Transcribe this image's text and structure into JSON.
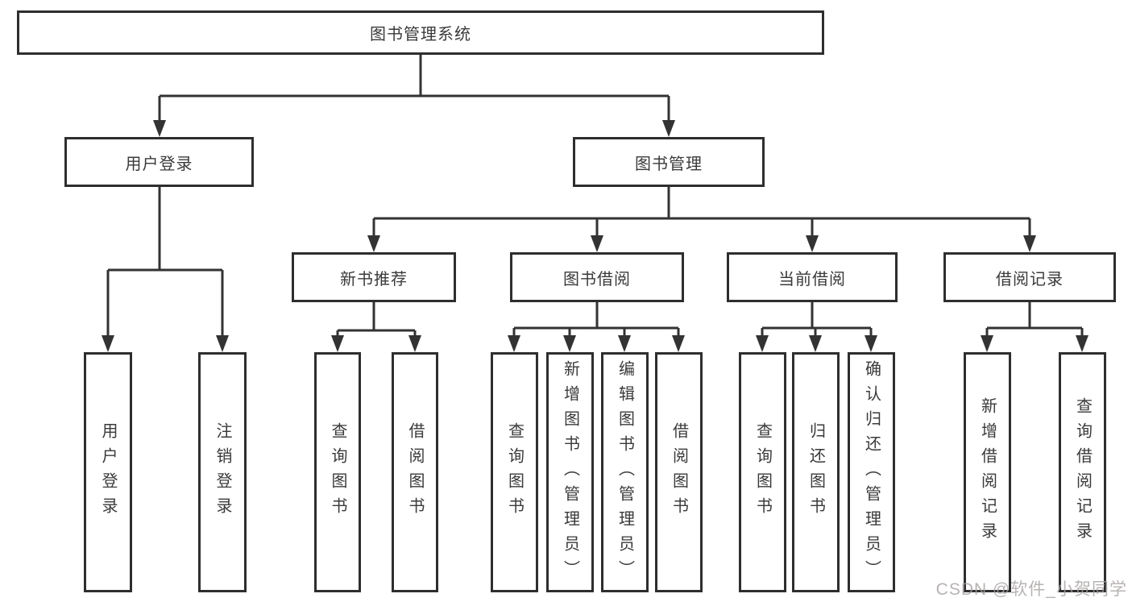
{
  "tree": {
    "label": "图书管理系统",
    "children": [
      {
        "label": "用户登录",
        "children": [
          {
            "label": "用户登录"
          },
          {
            "label": "注销登录"
          }
        ]
      },
      {
        "label": "图书管理",
        "children": [
          {
            "label": "新书推荐",
            "children": [
              {
                "label": "查询图书"
              },
              {
                "label": "借阅图书"
              }
            ]
          },
          {
            "label": "图书借阅",
            "children": [
              {
                "label": "查询图书"
              },
              {
                "label": "新增图书（管理员）"
              },
              {
                "label": "编辑图书（管理员）"
              },
              {
                "label": "借阅图书"
              }
            ]
          },
          {
            "label": "当前借阅",
            "children": [
              {
                "label": "查询图书"
              },
              {
                "label": "归还图书"
              },
              {
                "label": "确认归还（管理员）"
              }
            ]
          },
          {
            "label": "借阅记录",
            "children": [
              {
                "label": "新增借阅记录"
              },
              {
                "label": "查询借阅记录"
              }
            ]
          }
        ]
      }
    ]
  },
  "watermark": {
    "text": "CSDN @软件_小贺同学"
  },
  "colors": {
    "line": "#333333",
    "box_border": "#2e2e2e",
    "text": "#3a3a3a",
    "watermark": "#a6a0a0",
    "background": "#ffffff"
  }
}
